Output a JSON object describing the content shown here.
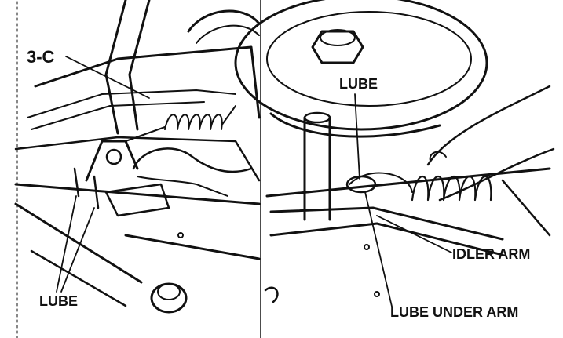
{
  "left_panel": {
    "callout_ref": "3-C",
    "label_lube": "LUBE"
  },
  "right_panel": {
    "label_lube": "LUBE",
    "label_idler_arm": "IDLER ARM",
    "label_lube_under_arm": "LUBE UNDER ARM"
  },
  "colors": {
    "ink": "#111111",
    "paper": "#ffffff"
  }
}
